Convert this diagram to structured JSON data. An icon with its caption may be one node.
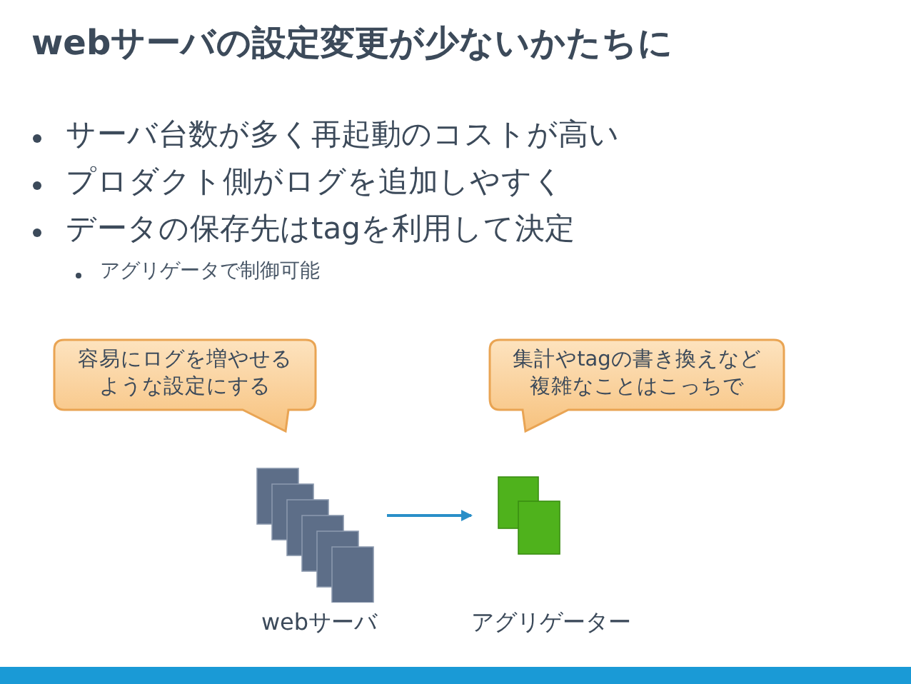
{
  "diagram": {
    "title": "webサーバの設定変更が少ないかたちに",
    "nodes": [
      {
        "text": [
          "容易にログを増やせるような設定にする"
        ]
      },
      {
        "text": [
          "集計やtagの書き換えなど複雑なことはこっちで"
        ]
      },
      {
        "text": [
          "webサーバ"
        ]
      },
      {
        "text": [
          "アグリゲーター"
        ]
      }
    ],
    "edges": [
      {
        "from": 2,
        "to": 3,
        "arrow": "to"
      }
    ],
    "labels": [
      "サーバ台数が多く再起動のコストが高い",
      "プロダクト側がログを追加しやすく",
      "データの保存先はtagを利用して決定",
      "アグリゲータで制御可能"
    ]
  }
}
